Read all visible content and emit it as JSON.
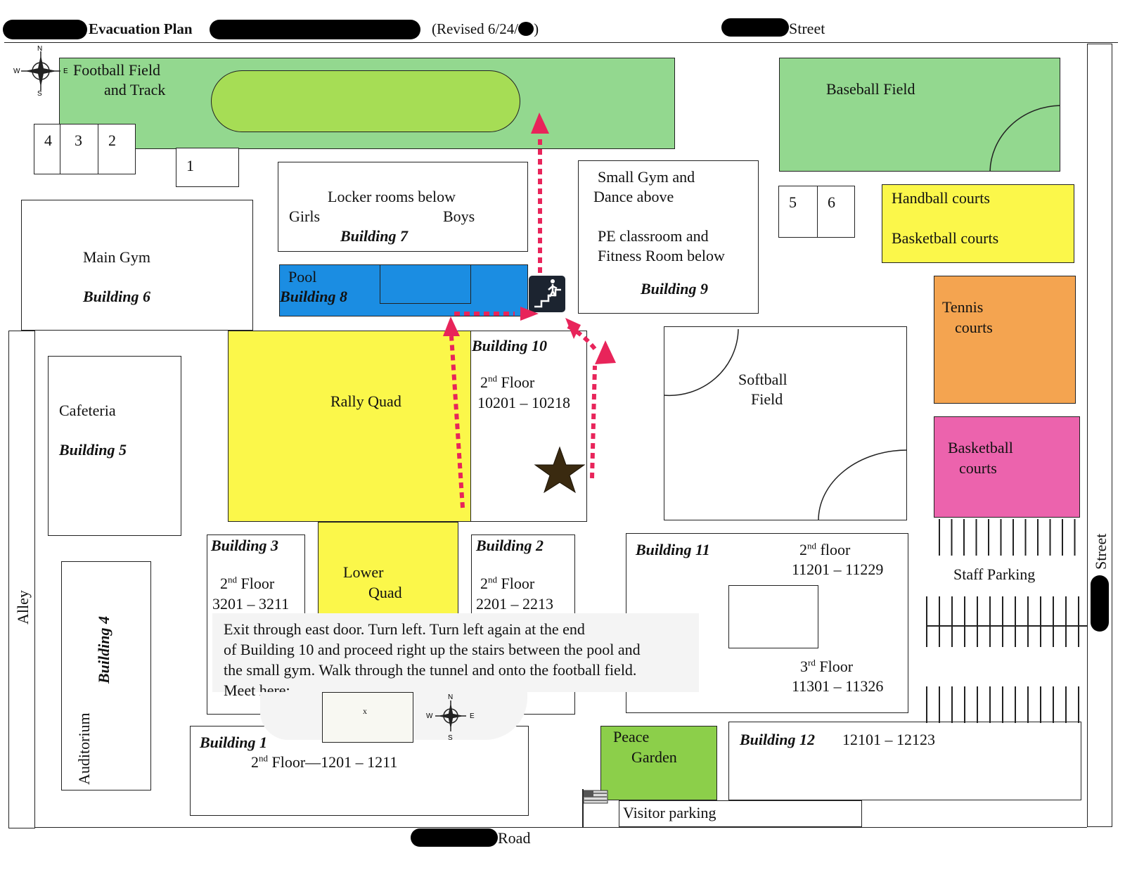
{
  "header": {
    "title": "Evacuation Plan",
    "revised": "(Revised 6/24/",
    "revised_end": ")",
    "street_top": "Street"
  },
  "compass": {
    "n": "N",
    "s": "S",
    "e": "E",
    "w": "W"
  },
  "areas": {
    "football": [
      "Football Field",
      "and Track"
    ],
    "baseball": "Baseball Field",
    "small_bldgs": [
      "4",
      "3",
      "2",
      "1",
      "5",
      "6"
    ],
    "b7": {
      "line1": "Locker rooms below",
      "girls": "Girls",
      "boys": "Boys",
      "name": "Building 7"
    },
    "b9": {
      "line1": "Small Gym and",
      "line2": "Dance above",
      "line3": "PE classroom and",
      "line4": "Fitness Room below",
      "name": "Building 9"
    },
    "handball": "Handball courts",
    "basketball_top": "Basketball courts",
    "tennis": [
      "Tennis",
      "courts"
    ],
    "main_gym": "Main Gym",
    "b6": "Building 6",
    "pool": "Pool",
    "b8": "Building 8",
    "rally_quad": "Rally Quad",
    "b10": {
      "name": "Building 10",
      "floor_num": "2",
      "floor_sup": "nd",
      "floor": " Floor",
      "rooms": "10201 – 10218"
    },
    "softball": [
      "Softball",
      "Field"
    ],
    "basketball_pink": [
      "Basketball",
      "courts"
    ],
    "cafeteria": "Cafeteria",
    "b5": "Building 5",
    "b3": {
      "name": "Building 3",
      "floor_num": "2",
      "floor_sup": "nd",
      "floor": " Floor",
      "rooms": "3201 – 3211"
    },
    "lower_quad": [
      "Lower",
      "Quad"
    ],
    "b2": {
      "name": "Building 2",
      "floor_num": "2",
      "floor_sup": "nd",
      "floor": " Floor",
      "rooms": "2201 – 2213"
    },
    "b11": {
      "name": "Building 11",
      "f2_num": "2",
      "f2_sup": "nd",
      "f2": " floor",
      "f2_rooms": "11201 – 11229",
      "f3_num": "3",
      "f3_sup": "rd",
      "f3": " Floor",
      "f3_rooms": "11301 – 11326"
    },
    "staff_parking": "Staff  Parking",
    "street_right": "Street",
    "alley": "Alley",
    "b4": "Building 4",
    "auditorium": "Auditorium",
    "b1": {
      "name": "Building 1",
      "floor_num": "2",
      "floor_sup": "nd",
      "floor_rest": " Floor—1201 – 1211"
    },
    "peace_garden": [
      "Peace",
      "Garden"
    ],
    "b12": {
      "name": "Building 12",
      "rooms": "12101 – 12123"
    },
    "visitor_parking": "Visitor parking",
    "road": "Road"
  },
  "instructions": {
    "lines": [
      "Exit through east door.  Turn left.  Turn left again at the end",
      "of Building 10 and proceed right up the stairs between the pool and",
      "the small gym.  Walk through the tunnel and onto the football field.",
      "Meet here:"
    ],
    "meet_marker": "x"
  },
  "colors": {
    "field_green": "#93d88f",
    "track_lime": "#a6dd55",
    "yellow": "#fbf74a",
    "pool_blue": "#1b8de2",
    "tennis_orange": "#f4a450",
    "pink": "#ec63ad",
    "garden_green": "#8ccf4a",
    "route_red": "#e8245a"
  }
}
